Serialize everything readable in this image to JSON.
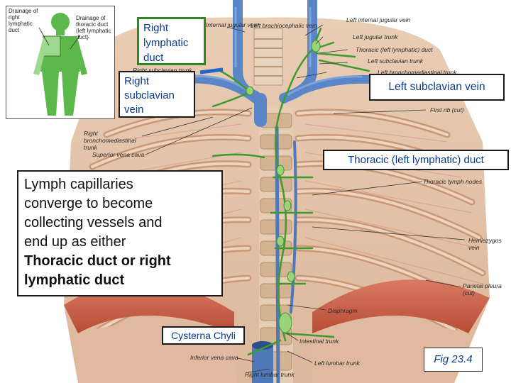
{
  "colors": {
    "lymph_vessel": "#3e9a2e",
    "vein": "#5a86c8",
    "rib": "#dcb89a",
    "muscle": "#c8624a",
    "callout_text": "#0a3a8a",
    "callout_border_green": "#2c8a1e"
  },
  "inset": {
    "left_label": "Drainage of right lymphatic duct",
    "right_label": "Drainage of thoracic duct (left lymphatic duct)"
  },
  "figure_labels": {
    "internal_jugular_vein_right": "Internal jugular vein",
    "left_brachiocephalic_vein": "Left brachiocephalic vein",
    "left_internal_jugular_vein": "Left internal jugular vein",
    "left_jugular_trunk": "Left jugular trunk",
    "thoracic_left_lymphatic_duct_small": "Thoracic (left lymphatic) duct",
    "left_subclavian_trunk": "Left subclavian trunk",
    "left_bronchomediastinal_trunk": "Left bronchomediastinal trunk",
    "right_subclavian_trunk": "Right subclavian trunk",
    "first_rib_cut": "First rib (cut)",
    "right_bronchomediastinal_trunk": "Right bronchomediastinal trunk",
    "superior_vena_cava": "Superior vena cava",
    "thoracic_lymph_nodes": "Thoracic lymph nodes",
    "hemiazygos_vein": "Hemiazygos vein",
    "parietal_pleura_cut": "Parietal pleura (cut)",
    "diaphragm": "Diaphragm",
    "intestinal_trunk": "Intestinal trunk",
    "inferior_vena_cava": "Inferior vena cava",
    "left_lumbar_trunk": "Left lumbar trunk",
    "right_lumbar_trunk": "Right lumbar trunk"
  },
  "callouts": {
    "right_lymphatic_duct": "Right lymphatic duct",
    "right_subclavian_vein": "Right subclavian vein",
    "left_subclavian_vein": "Left subclavian vein",
    "thoracic_left_lymphatic_duct": "Thoracic (left lymphatic) duct",
    "cysterna_chyli": "Cysterna Chyli",
    "figure_number": "Fig 23.4"
  },
  "main_text": {
    "line1": "Lymph capillaries",
    "line2": "converge to become",
    "line3": "collecting vessels and",
    "line4": "end up as either",
    "line5": "Thoracic duct or right",
    "line6": "lymphatic duct"
  }
}
